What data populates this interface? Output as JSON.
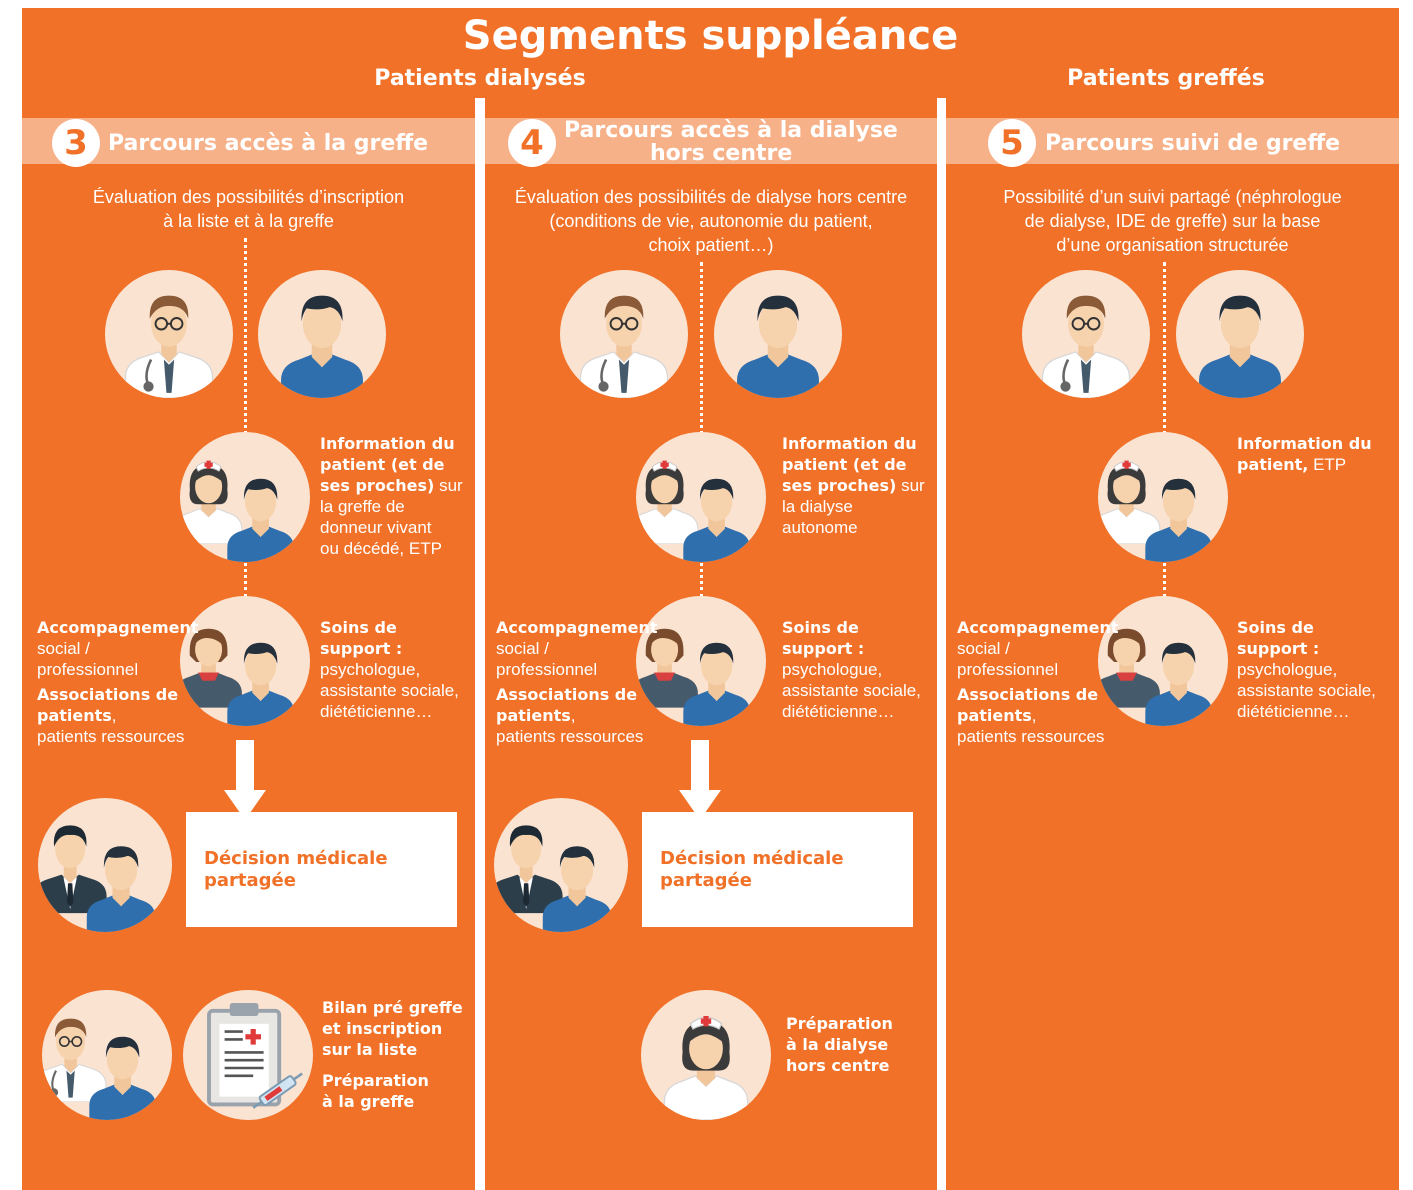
{
  "title": "Segments suppléance",
  "headers": {
    "dialyses": "Patients dialysés",
    "greffes": "Patients greffés"
  },
  "columns": [
    {
      "number": "3",
      "title": "Parcours accès à la greffe",
      "description": [
        "Évaluation des possibilités d’inscription",
        "à la liste et à la greffe"
      ],
      "info_bold": [
        "Information du",
        "patient (et de",
        "ses proches)"
      ],
      "info_rest_first": " sur",
      "info_rest": [
        "la greffe de",
        "donneur vivant",
        "ou décédé, ETP"
      ],
      "support_bold": "Soins de support :",
      "support_lines": [
        "psychologue,",
        "assistante sociale,",
        "diététicienne…"
      ],
      "accomp_bold": "Accompagnement",
      "accomp_lines": [
        "social /",
        "professionnel"
      ],
      "assoc_bold": [
        "Associations de",
        "patients"
      ],
      "assoc_after": ",",
      "assoc_line": "patients ressources",
      "decision": [
        "Décision médicale",
        "partagée"
      ],
      "final_a": [
        "Bilan pré greffe",
        "et inscription",
        "sur la liste"
      ],
      "final_b": [
        "Préparation",
        "à la greffe"
      ]
    },
    {
      "number": "4",
      "title": "Parcours accès à la dialyse hors centre",
      "title_lines": [
        "Parcours accès à la dialyse",
        "hors centre"
      ],
      "description": [
        "Évaluation des possibilités de dialyse hors centre",
        "(conditions de vie, autonomie du patient,",
        "choix patient…)"
      ],
      "info_bold": [
        "Information du",
        "patient (et de",
        "ses proches)"
      ],
      "info_rest_first": " sur",
      "info_rest": [
        "la dialyse",
        "autonome"
      ],
      "support_bold": "Soins de support :",
      "support_lines": [
        "psychologue,",
        "assistante sociale,",
        "diététicienne…"
      ],
      "accomp_bold": "Accompagnement",
      "accomp_lines": [
        "social /",
        "professionnel"
      ],
      "assoc_bold": [
        "Associations de",
        "patients"
      ],
      "assoc_after": ",",
      "assoc_line": "patients ressources",
      "decision": [
        "Décision médicale",
        "partagée"
      ],
      "final_a": [
        "Préparation",
        "à la dialyse",
        "hors centre"
      ]
    },
    {
      "number": "5",
      "title": "Parcours suivi de greffe",
      "description": [
        "Possibilité d’un suivi partagé (néphrologue",
        "de dialyse, IDE de greffe) sur la base",
        "d’une organisation structurée"
      ],
      "info_bold": [
        "Information du",
        "patient,"
      ],
      "info_rest_first": " ETP",
      "support_bold": "Soins de support :",
      "support_lines": [
        "psychologue,",
        "assistante sociale,",
        "diététicienne…"
      ],
      "accomp_bold": "Accompagnement",
      "accomp_lines": [
        "social /",
        "professionnel"
      ],
      "assoc_bold": [
        "Associations de",
        "patients"
      ],
      "assoc_after": ",",
      "assoc_line": "patients ressources"
    }
  ],
  "colors": {
    "orange": "#f07127",
    "band": "#f7b189",
    "circle": "#fbe3d2",
    "patient_blue": "#2f6fad"
  },
  "icons": [
    "doctor-icon",
    "patient-icon",
    "nurse-patient-icon",
    "social-worker-patient-icon",
    "businessman-patient-icon",
    "clipboard-icon",
    "nurse-icon",
    "down-arrow-icon"
  ]
}
